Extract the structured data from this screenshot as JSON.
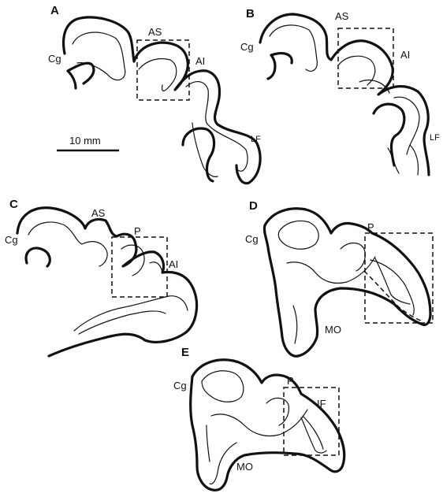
{
  "panels": [
    {
      "id": "A",
      "labels": {
        "cg": "Cg",
        "as": "AS",
        "ai": "AI",
        "lf": "LF"
      }
    },
    {
      "id": "B",
      "labels": {
        "cg": "Cg",
        "as": "AS",
        "ai": "AI",
        "lf": "LF"
      }
    },
    {
      "id": "C",
      "labels": {
        "cg": "Cg",
        "as": "AS",
        "p": "P",
        "ai": "AI"
      }
    },
    {
      "id": "D",
      "labels": {
        "cg": "Cg",
        "p": "P",
        "mo": "MO"
      }
    },
    {
      "id": "E",
      "labels": {
        "cg": "Cg",
        "p": "P",
        "if": "IF",
        "mo": "MO"
      }
    }
  ],
  "scale_bar": {
    "label": "10 mm"
  }
}
